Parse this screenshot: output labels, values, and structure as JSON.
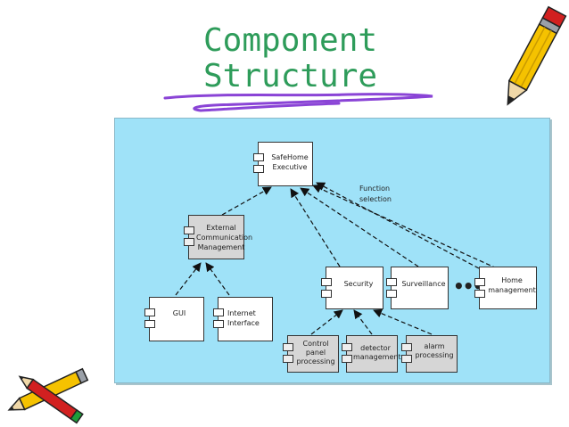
{
  "slide": {
    "title_line1": "Component",
    "title_line2": "Structure"
  },
  "diagram": {
    "components": {
      "safehome_line1": "SafeHome",
      "safehome_line2": "Executive",
      "extcomm_line1": "External",
      "extcomm_line2": "Communication",
      "extcomm_line3": "Management",
      "gui": "GUI",
      "internet_line1": "Internet",
      "internet_line2": "Interface",
      "security": "Security",
      "surveillance": "Surveillance",
      "home_line1": "Home",
      "home_line2": "management",
      "control_line1": "Control",
      "control_line2": "panel",
      "control_line3": "processing",
      "detector_line1": "detector",
      "detector_line2": "management",
      "alarm_line1": "alarm",
      "alarm_line2": "processing"
    },
    "annotation_line1": "Function",
    "annotation_line2": "selection",
    "ellipsis": "•••"
  },
  "colors": {
    "title": "#2e9c5a",
    "panel": "#9fe2f8",
    "scribble": "#8a44d6",
    "pencil_body": "#f5c200",
    "pencil_tip": "#d22020"
  },
  "decorations": [
    "pencil-icon-top-right",
    "pencil-icon-bottom-left",
    "scribble-underline"
  ]
}
